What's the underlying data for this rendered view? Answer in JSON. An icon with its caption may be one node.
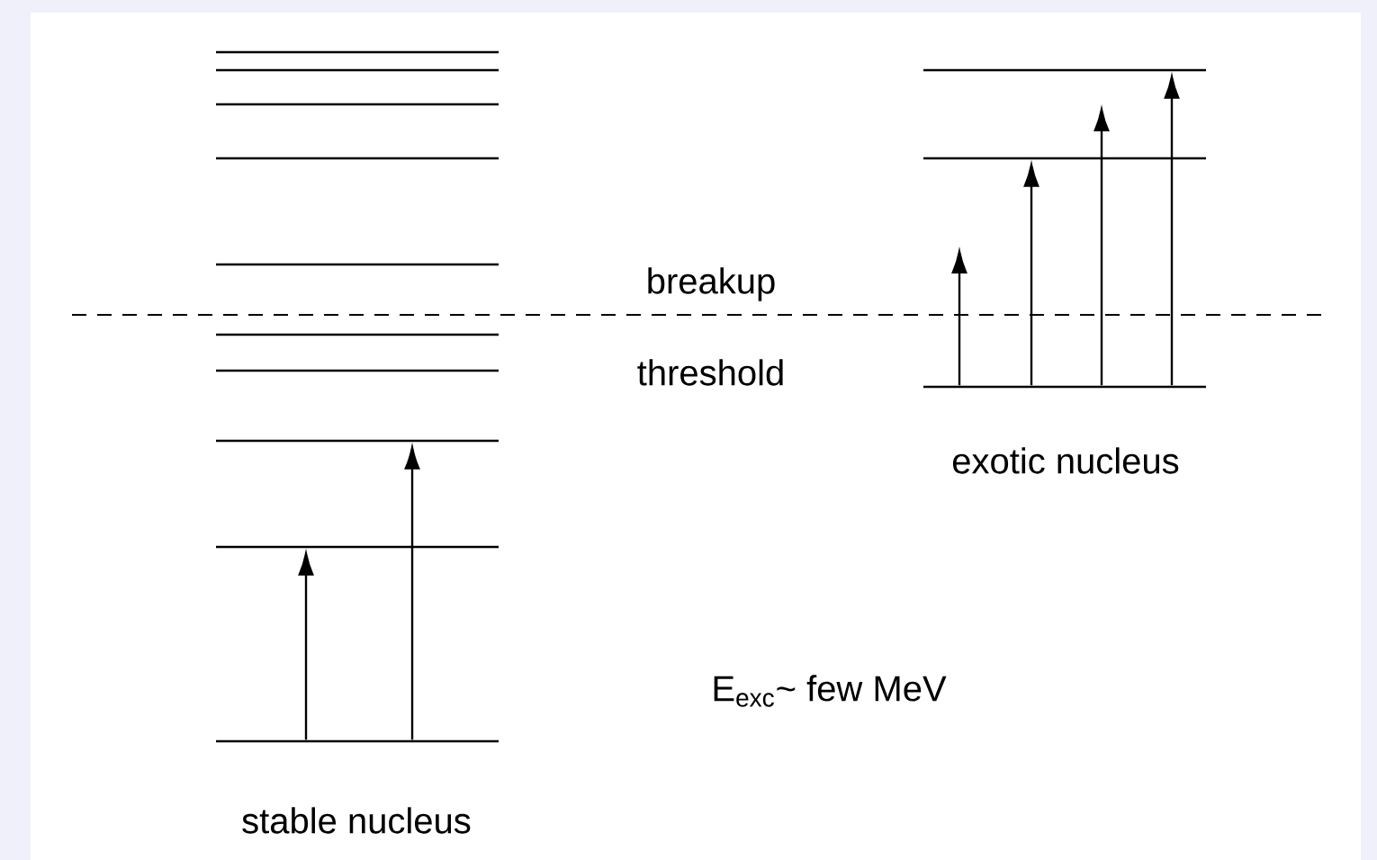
{
  "diagram": {
    "nodes": [
      {
        "text": [],
        "shape": "bar"
      },
      {
        "text": [],
        "shape": "bar"
      },
      {
        "text": [],
        "shape": "bar"
      },
      {
        "text": [],
        "shape": "bar"
      },
      {
        "text": [],
        "shape": "bar"
      },
      {
        "text": [],
        "shape": "bar"
      },
      {
        "text": [],
        "shape": "bar"
      },
      {
        "text": [],
        "shape": "bar"
      },
      {
        "text": [],
        "shape": "bar"
      },
      {
        "text": [],
        "shape": "bar"
      },
      {
        "text": [],
        "shape": "bar"
      },
      {
        "text": [],
        "shape": "bar"
      },
      {
        "text": [],
        "shape": "bar"
      }
    ],
    "edges": [
      {
        "from": 9,
        "to": 8,
        "arrow": "to"
      },
      {
        "from": 9,
        "to": 7,
        "arrow": "to"
      },
      {
        "from": 12,
        "to": null,
        "arrow": "to"
      },
      {
        "from": 12,
        "to": 11,
        "arrow": "to"
      },
      {
        "from": 12,
        "to": null,
        "arrow": "to"
      },
      {
        "from": 12,
        "to": 10,
        "arrow": "to"
      }
    ],
    "labels": [
      "breakup",
      "threshold",
      "exotic nucleus",
      "E$_{exc}$~ few MeV",
      "stable nucleus"
    ]
  }
}
